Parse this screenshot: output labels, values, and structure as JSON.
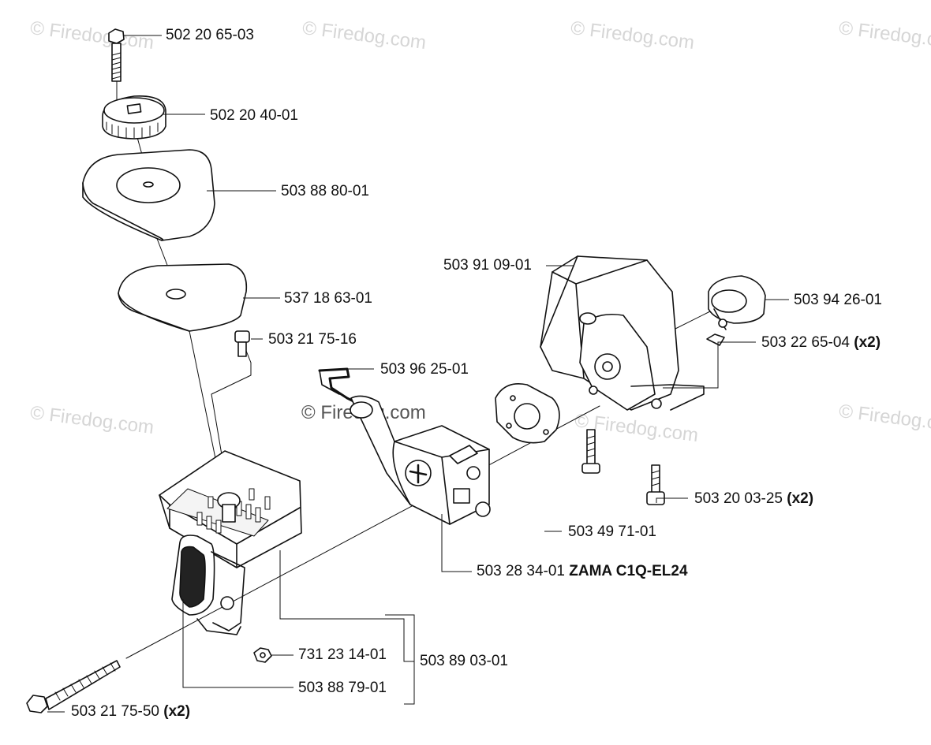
{
  "watermark": "© Firedog.com",
  "parts": [
    {
      "id": "p1",
      "number": "502 20 65-03",
      "note": ""
    },
    {
      "id": "p2",
      "number": "502 20 40-01",
      "note": ""
    },
    {
      "id": "p3",
      "number": "503 88 80-01",
      "note": ""
    },
    {
      "id": "p4",
      "number": "537 18 63-01",
      "note": ""
    },
    {
      "id": "p5",
      "number": "503 21 75-16",
      "note": ""
    },
    {
      "id": "p6",
      "number": "503 96 25-01",
      "note": ""
    },
    {
      "id": "p7",
      "number": "503 91 09-01",
      "note": ""
    },
    {
      "id": "p8",
      "number": "503 94 26-01",
      "note": ""
    },
    {
      "id": "p9",
      "number": "503 22 65-04",
      "note": "(x2)"
    },
    {
      "id": "p10",
      "number": "503 20 03-25",
      "note": "(x2)"
    },
    {
      "id": "p11",
      "number": "503 49 71-01",
      "note": ""
    },
    {
      "id": "p12",
      "number": "503 28 34-01",
      "note": "ZAMA C1Q-EL24"
    },
    {
      "id": "p13",
      "number": "731 23 14-01",
      "note": ""
    },
    {
      "id": "p14",
      "number": "503 89 03-01",
      "note": ""
    },
    {
      "id": "p15",
      "number": "503 88 79-01",
      "note": ""
    },
    {
      "id": "p16",
      "number": "503 21 75-50",
      "note": "(x2)"
    }
  ]
}
